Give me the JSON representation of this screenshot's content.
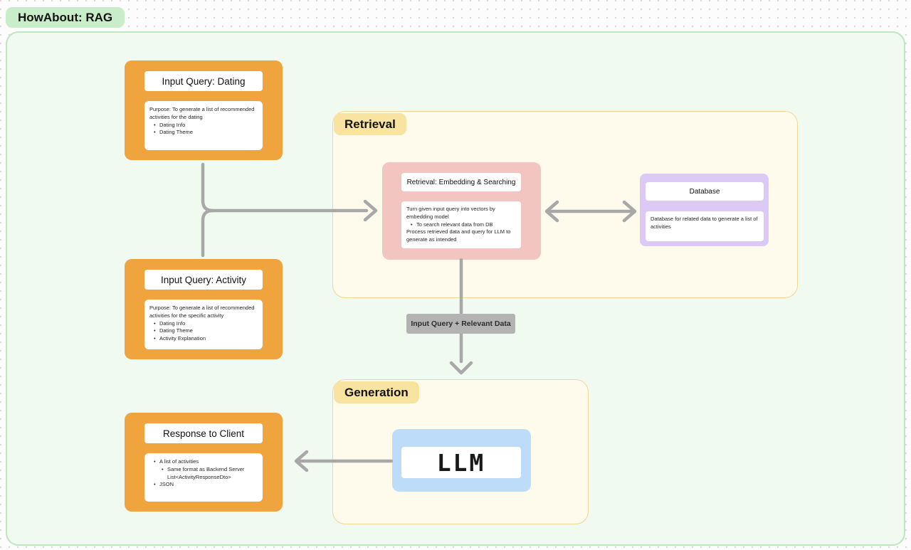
{
  "canvas_title": "HowAbout: RAG",
  "colors": {
    "title_pill_bg": "#c9ecc9",
    "board_bg": "#f0faf1",
    "board_border": "#bce7bf",
    "orange_node": "#f0a43e",
    "section_bg": "#fefbec",
    "section_border": "#f2d794",
    "section_pill_bg": "#f8e3a0",
    "embedding_node": "#f2c5c1",
    "database_node": "#dcc9f6",
    "llm_node": "#bcdcf9",
    "flow_label_bg": "#b3b3b3",
    "arrow": "#a8a8a8"
  },
  "nodes": {
    "input_query_dating": {
      "title": "Input Query: Dating",
      "intro": "Purpose: To generate a list of recommended activities for the dating",
      "bullets": [
        "Dating Info",
        "Dating Theme"
      ]
    },
    "input_query_activity": {
      "title": "Input Query: Activity",
      "intro": "Purpose: To generate a list of  recommended activities for the specific activity",
      "bullets": [
        "Dating Info",
        "Dating Theme",
        "Activity Explanation"
      ]
    },
    "response_to_client": {
      "title": "Response to Client",
      "item1": "A list of activities",
      "item1_sub_line1": "Same format as Backend Server",
      "item1_sub_line2": "List<ActivityResponseDto>",
      "item2": "JSON"
    }
  },
  "sections": {
    "retrieval": {
      "label": "Retrieval",
      "embedding": {
        "title": "Retrieval: Embedding & Searching",
        "line1": "Turn given input query into vectors by embedding model",
        "bullet": "To search relevant data from DB",
        "line2": "Process retrieved data and query for LLM to generate as intended"
      },
      "database": {
        "title": "Database",
        "body": "Database for related data to generate a list of activities"
      }
    },
    "generation": {
      "label": "Generation",
      "llm_label": "LLM"
    }
  },
  "flow_label": "Input Query + Relevant Data"
}
